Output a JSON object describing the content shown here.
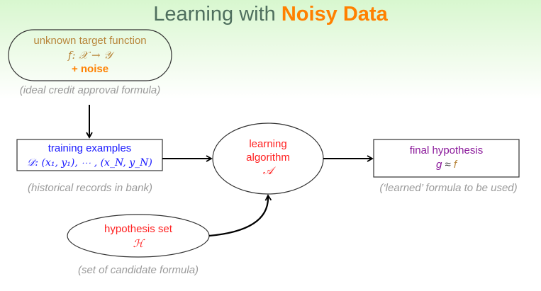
{
  "title": {
    "prefix": "Learning with ",
    "highlight": "Noisy Data"
  },
  "target": {
    "label": "unknown target function",
    "formula": "f: 𝒳 → 𝒴",
    "noise": "+ noise",
    "caption": "(ideal credit approval formula)"
  },
  "training": {
    "label": "training examples",
    "formula": "𝒟: (x₁, y₁), ⋯ , (x_N, y_N)",
    "caption": "(historical records in bank)"
  },
  "algorithm": {
    "label_line1": "learning",
    "label_line2": "algorithm",
    "symbol": "𝒜"
  },
  "final": {
    "label": "final hypothesis",
    "g": "g",
    "approx": " ≈ ",
    "f": "f",
    "caption": "(‘learned’ formula to be used)"
  },
  "hypothesis_set": {
    "label": "hypothesis set",
    "symbol": "ℋ",
    "caption": "(set of candidate formula)"
  },
  "colors": {
    "title": "#4f6f5e",
    "accent": "#ff8000",
    "target": "#b8863b",
    "training": "#1a1aff",
    "algorithm": "#ff2020",
    "final": "#8b1a9b",
    "caption": "#9a9a9a"
  }
}
